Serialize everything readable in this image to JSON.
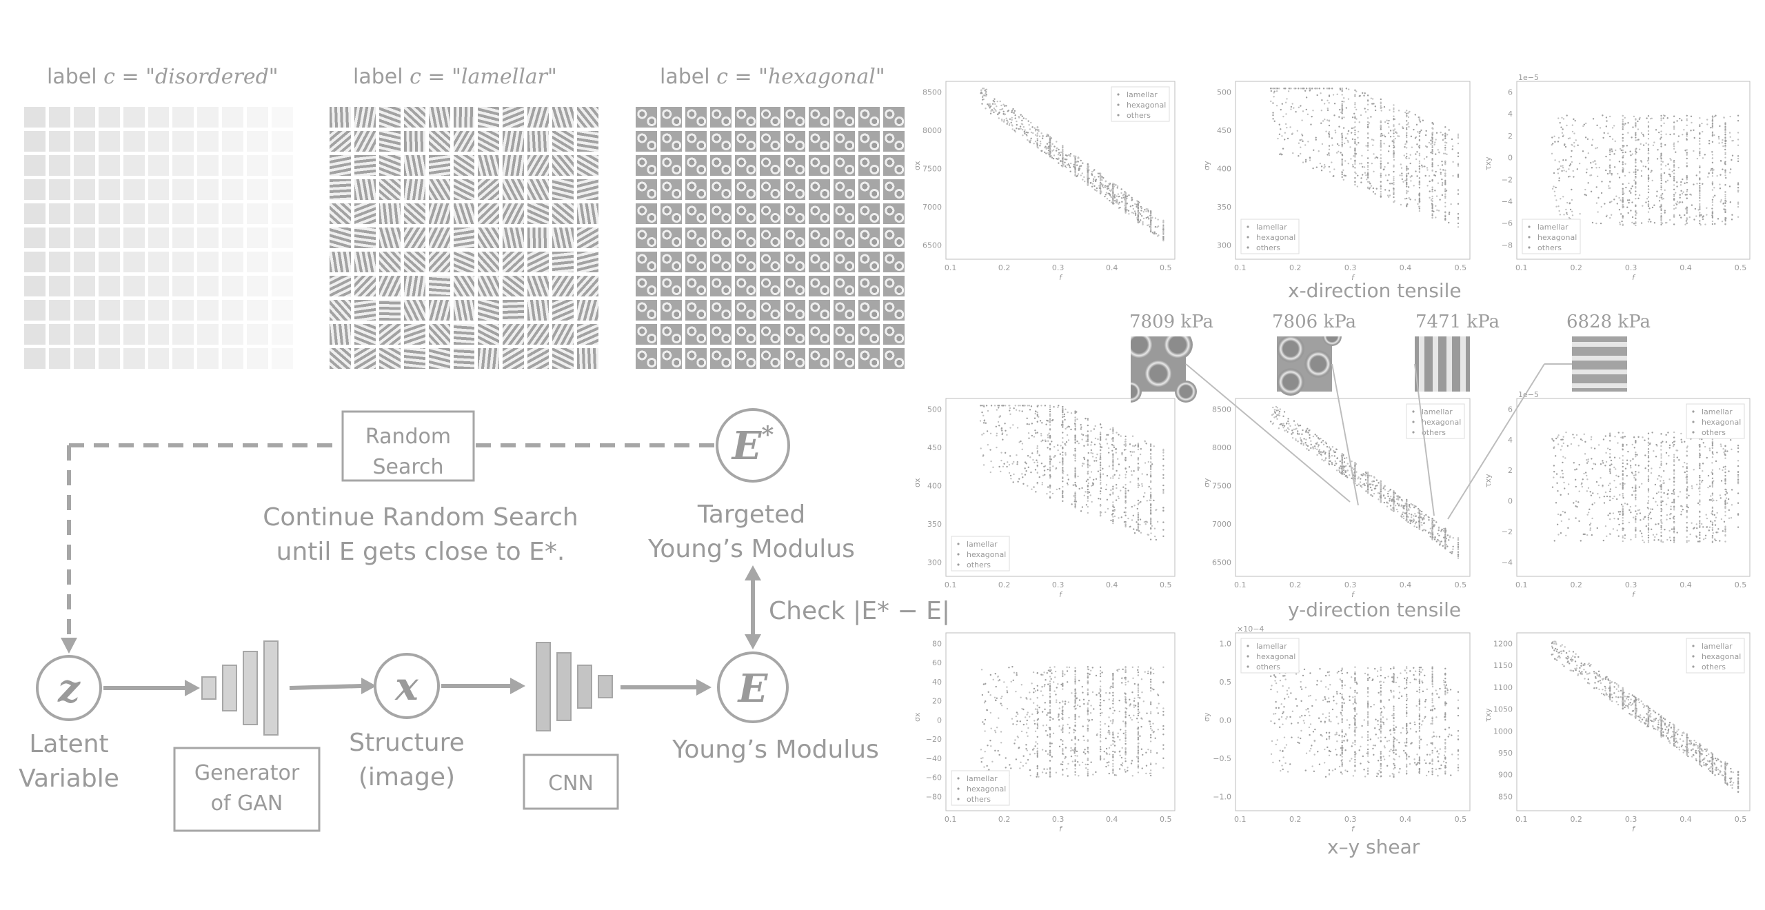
{
  "grids": [
    {
      "label_prefix": "label ",
      "label_var": "c",
      "label_eq": " = \"",
      "label_value": "disordered",
      "label_suffix": "\""
    },
    {
      "label_prefix": "label ",
      "label_var": "c",
      "label_eq": " = \"",
      "label_value": "lamellar",
      "label_suffix": "\""
    },
    {
      "label_prefix": "label ",
      "label_var": "c",
      "label_eq": " = \"",
      "label_value": "hexagonal",
      "label_suffix": "\""
    }
  ],
  "flow": {
    "random_search_l1": "Random",
    "random_search_l2": "Search",
    "continue_l1": "Continue Random Search",
    "continue_l2": "until E gets close to E*.",
    "targeted_l1": "Targeted",
    "targeted_l2": "Young’s Modulus",
    "check": "Check |E* − E|",
    "latent_l1": "Latent",
    "latent_l2": "Variable",
    "generator_l1": "Generator",
    "generator_l2": "of GAN",
    "structure_l1": "Structure",
    "structure_l2": "(image)",
    "cnn": "CNN",
    "youngs": "Young’s Modulus",
    "z": "z",
    "x": "x",
    "E": "E",
    "Estar": "E*"
  },
  "sections": {
    "x_tensile": "x-direction tensile",
    "y_tensile": "y-direction tensile",
    "shear": "x–y shear"
  },
  "kpa_labels": [
    "7809 kPa",
    "7806 kPa",
    "7471 kPa",
    "6828 kPa"
  ],
  "legend": [
    "lamellar",
    "hexagonal",
    "others"
  ],
  "colors": {
    "line": "#a6a6a6",
    "text": "#9a9a9a",
    "tile": "#e3e3e3"
  },
  "chart_data": [
    {
      "type": "scatter",
      "row": 0,
      "col": 0,
      "xlabel": "f",
      "ylabel": "σx",
      "xticks": [
        "0.1",
        "0.2",
        "0.3",
        "0.4",
        "0.5"
      ],
      "yticks": [
        "8500",
        "8000",
        "7500",
        "7000",
        "6500"
      ],
      "legend_pos": "top-right",
      "trend": "decreasing",
      "offset": ""
    },
    {
      "type": "scatter",
      "row": 0,
      "col": 1,
      "xlabel": "f",
      "ylabel": "σy",
      "xticks": [
        "0.1",
        "0.2",
        "0.3",
        "0.4",
        "0.5"
      ],
      "yticks": [
        "500",
        "450",
        "400",
        "350",
        "300"
      ],
      "legend_pos": "bottom-left",
      "trend": "spread-down",
      "offset": ""
    },
    {
      "type": "scatter",
      "row": 0,
      "col": 2,
      "xlabel": "f",
      "ylabel": "τxy",
      "xticks": [
        "0.1",
        "0.2",
        "0.3",
        "0.4",
        "0.5"
      ],
      "yticks": [
        "6",
        "4",
        "2",
        "0",
        "−2",
        "−4",
        "−6",
        "−8"
      ],
      "legend_pos": "bottom-left",
      "trend": "flat",
      "offset": "1e−5"
    },
    {
      "type": "scatter",
      "row": 1,
      "col": 0,
      "xlabel": "f",
      "ylabel": "σx",
      "xticks": [
        "0.1",
        "0.2",
        "0.3",
        "0.4",
        "0.5"
      ],
      "yticks": [
        "500",
        "450",
        "400",
        "350",
        "300"
      ],
      "legend_pos": "bottom-left",
      "trend": "spread-down",
      "offset": ""
    },
    {
      "type": "scatter",
      "row": 1,
      "col": 1,
      "xlabel": "f",
      "ylabel": "σy",
      "xticks": [
        "0.1",
        "0.2",
        "0.3",
        "0.4",
        "0.5"
      ],
      "yticks": [
        "8500",
        "8000",
        "7500",
        "7000",
        "6500"
      ],
      "legend_pos": "top-right",
      "trend": "decreasing",
      "offset": ""
    },
    {
      "type": "scatter",
      "row": 1,
      "col": 2,
      "xlabel": "f",
      "ylabel": "τxy",
      "xticks": [
        "0.1",
        "0.2",
        "0.3",
        "0.4",
        "0.5"
      ],
      "yticks": [
        "6",
        "4",
        "2",
        "0",
        "−2",
        "−4"
      ],
      "legend_pos": "top-right",
      "trend": "flat",
      "offset": "1e−5"
    },
    {
      "type": "scatter",
      "row": 2,
      "col": 0,
      "xlabel": "f",
      "ylabel": "σx",
      "xticks": [
        "0.1",
        "0.2",
        "0.3",
        "0.4",
        "0.5"
      ],
      "yticks": [
        "80",
        "60",
        "40",
        "20",
        "0",
        "−20",
        "−40",
        "−60",
        "−80"
      ],
      "legend_pos": "bottom-left",
      "trend": "flat",
      "offset": ""
    },
    {
      "type": "scatter",
      "row": 2,
      "col": 1,
      "xlabel": "f",
      "ylabel": "σy",
      "xticks": [
        "0.1",
        "0.2",
        "0.3",
        "0.4",
        "0.5"
      ],
      "yticks": [
        "1.0",
        "0.5",
        "0.0",
        "−0.5",
        "−1.0"
      ],
      "legend_pos": "top-left",
      "trend": "flat",
      "offset": "×10−4"
    },
    {
      "type": "scatter",
      "row": 2,
      "col": 2,
      "xlabel": "f",
      "ylabel": "τxy",
      "xticks": [
        "0.1",
        "0.2",
        "0.3",
        "0.4",
        "0.5"
      ],
      "yticks": [
        "1200",
        "1150",
        "1100",
        "1050",
        "1000",
        "950",
        "900",
        "850"
      ],
      "legend_pos": "top-right",
      "trend": "decreasing",
      "offset": ""
    }
  ]
}
